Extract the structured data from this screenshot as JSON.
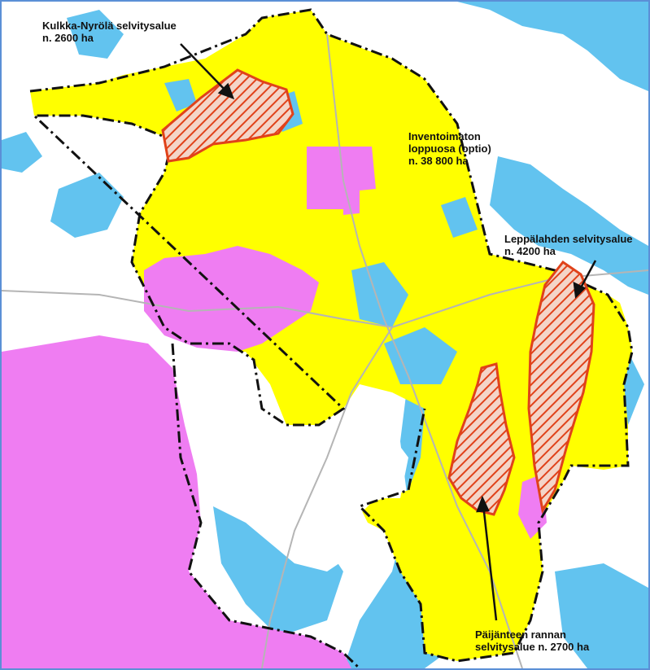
{
  "map": {
    "colors": {
      "water": "#62c3ef",
      "inventoried": "#ffff00",
      "other_zone": "#ef7df2",
      "survey_area_outline": "#e0421a",
      "survey_area_hatch": "#e0421a",
      "boundary": "#111111",
      "road": "#b5b5b5"
    },
    "labels": {
      "kulkka": {
        "name": "Kulkka-Nyrölä selvitysalue",
        "area": "n. 2600 ha"
      },
      "inventoimaton": {
        "line1": "Inventoimaton",
        "line2": "loppuosa (optio)",
        "area": "n. 38 800 ha"
      },
      "leppalahden": {
        "name": "Leppälahden selvitysalue",
        "area": "n. 4200 ha"
      },
      "paijanteen": {
        "line1": "Päijänteen rannan",
        "line2": "selvitysalue n. 2700 ha"
      }
    }
  }
}
